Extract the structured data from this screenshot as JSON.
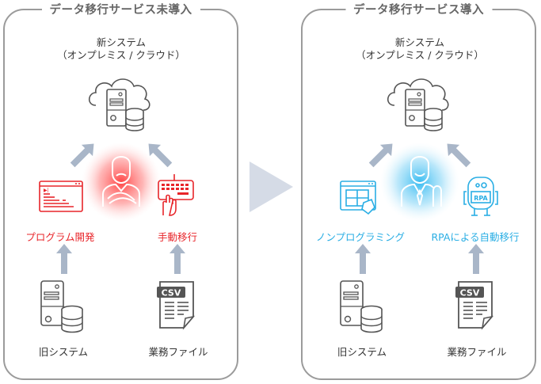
{
  "left_panel": {
    "title": "データ移行サービス未導入",
    "target": {
      "line1": "新システム",
      "line2": "（オンプレミス / クラウド）",
      "icon": "cloud-server-database-icon"
    },
    "middle_left": {
      "label": "プログラム開発",
      "icon": "program-code-window-icon"
    },
    "middle_center": {
      "icon": "troubled-person-icon"
    },
    "middle_right": {
      "label": "手動移行",
      "icon": "keyboard-hand-icon"
    },
    "source_left": {
      "label": "旧システム",
      "icon": "server-database-icon"
    },
    "source_right": {
      "label": "業務ファイル",
      "icon": "csv-file-icon",
      "badge": "CSV"
    },
    "accent_color": "#e8252a"
  },
  "right_panel": {
    "title": "データ移行サービス導入",
    "target": {
      "line1": "新システム",
      "line2": "（オンプレミス / クラウド）",
      "icon": "cloud-server-database-icon"
    },
    "middle_left": {
      "label": "ノンプログラミング",
      "icon": "puzzle-window-icon"
    },
    "middle_center": {
      "icon": "happy-person-icon"
    },
    "middle_right": {
      "label": "RPAによる自動移行",
      "icon": "rpa-robot-icon",
      "badge": "RPA"
    },
    "source_left": {
      "label": "旧システム",
      "icon": "server-database-icon"
    },
    "source_right": {
      "label": "業務ファイル",
      "icon": "csv-file-icon",
      "badge": "CSV"
    },
    "accent_color": "#2aaee4"
  },
  "transition_arrow": {
    "icon": "play-triangle-icon",
    "color": "#d5dbe6"
  },
  "flow_arrow_color": "#a9b6c8"
}
